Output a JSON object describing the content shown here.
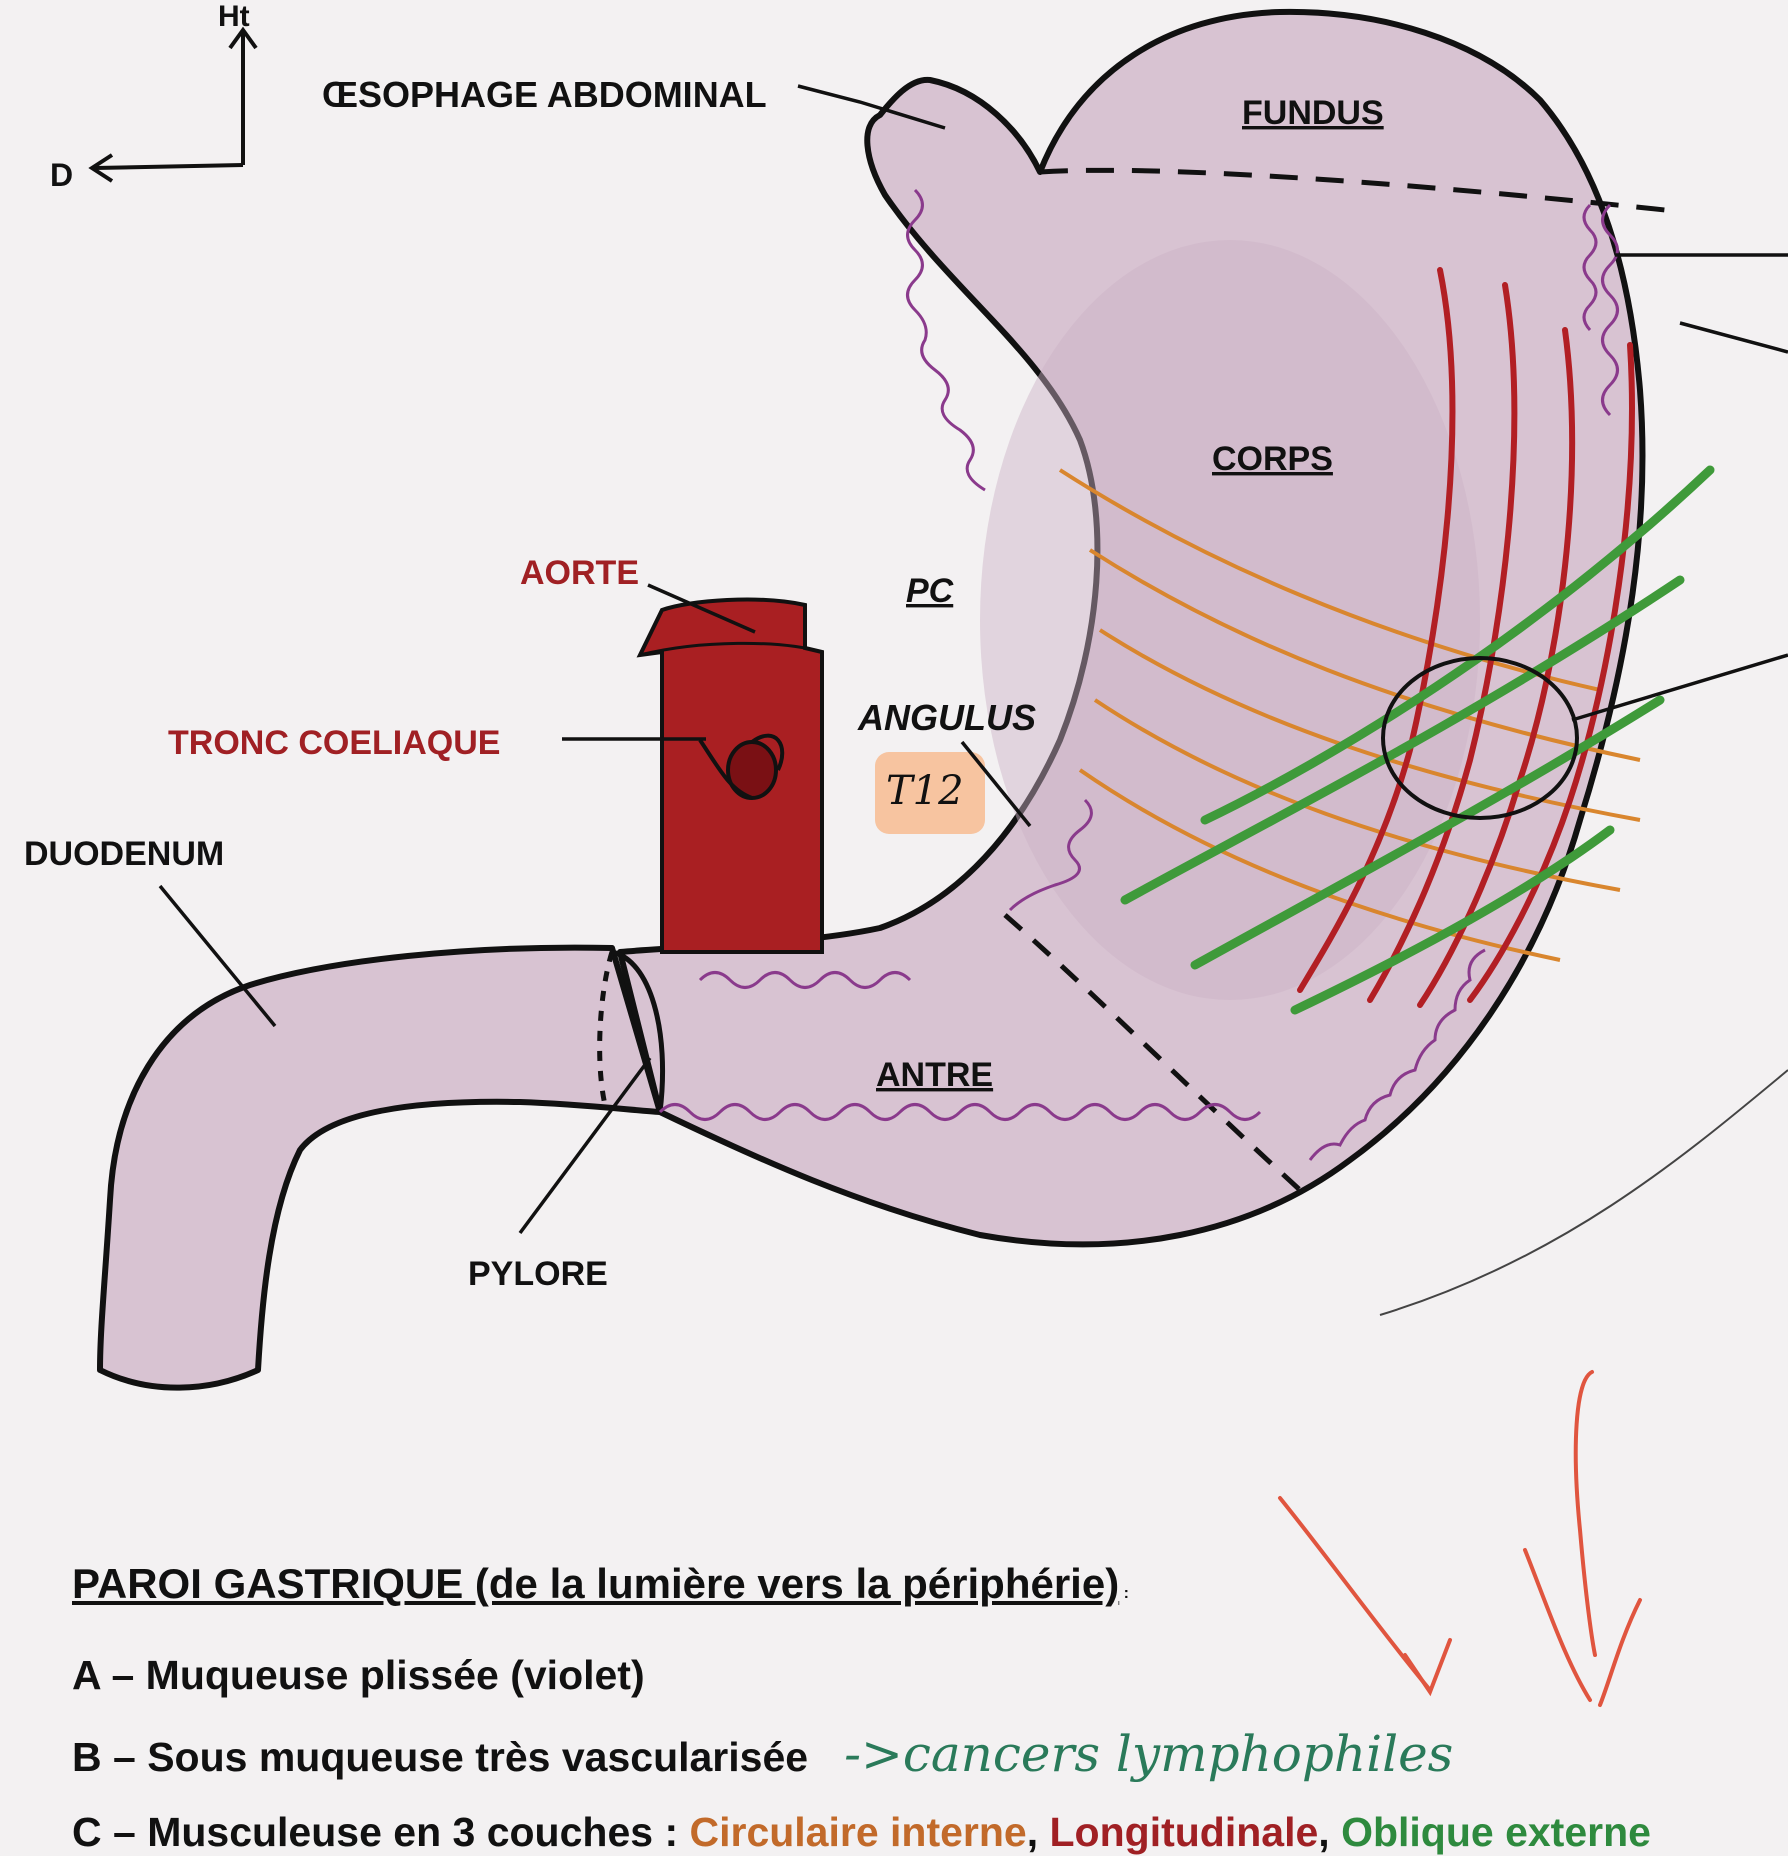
{
  "orientation": {
    "up": "Ht",
    "right": "D"
  },
  "labels": {
    "oesophage": "ŒSOPHAGE ABDOMINAL",
    "fundus": "FUNDUS",
    "corps": "CORPS",
    "aorte": "AORTE",
    "pc": "PC",
    "tronc": "TRONC COELIAQUE",
    "angulus": "ANGULUS",
    "t12": "T12",
    "duodenum": "DUODENUM",
    "antre": "ANTRE",
    "pylore": "PYLORE"
  },
  "legend": {
    "title": "PAROI GASTRIQUE (de la lumière vers la périphérie)",
    "title_suffix": " :",
    "a": "A – Muqueuse plissée (violet)",
    "b": "B – Sous muqueuse très vascularisée",
    "b_note": "->cancers lymphophiles",
    "c_prefix": "C – Musculeuse en 3 couches : ",
    "c_circ": "Circulaire interne",
    "sep1": ", ",
    "c_long": "Longitudinale",
    "sep2": ", ",
    "c_obl": "Oblique externe"
  },
  "colors": {
    "stomach": "#d8c3d2",
    "outline": "#111111",
    "aorta": "#a91f22",
    "mucosa": "#8a3a8c",
    "circular_muscle": "#d9862e",
    "longitudinal_muscle": "#b21f24",
    "oblique_muscle": "#3f9a3a",
    "annotation_arrows": "#e0553f"
  }
}
